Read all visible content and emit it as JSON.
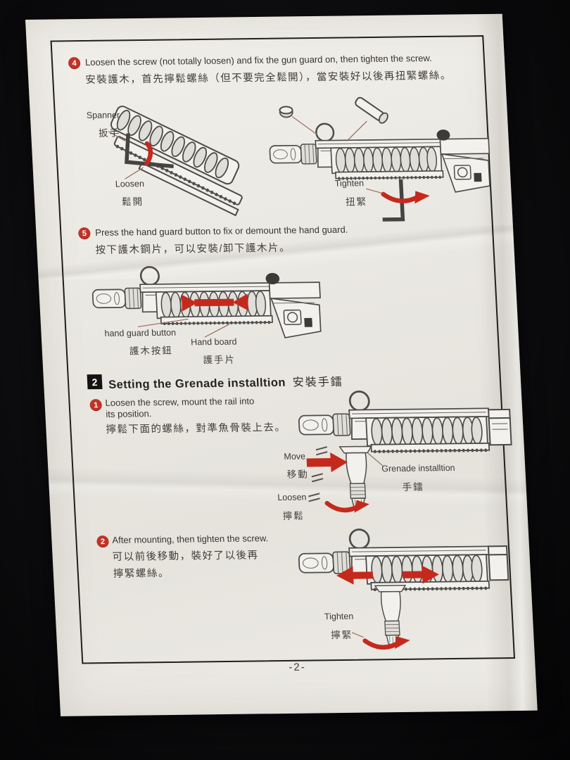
{
  "page_number": "-2-",
  "colors": {
    "background": "#0c0c0e",
    "paper": "#eae8e2",
    "border_ink": "#211f1c",
    "badge_red": "#c23327",
    "arrow_red": "#c5291d",
    "text_ink": "#36332f"
  },
  "icons": {
    "step_badge": "numbered red circle",
    "section_badge": "numbered black square",
    "curved_arrow": "red rotation arrow",
    "right_arrow": "red right arrow",
    "left_arrow": "red left arrow",
    "double_arrow": "red double-headed arrow",
    "spanner": "L-shaped allen wrench"
  },
  "steps": {
    "s4": {
      "num": "4",
      "en": "Loosen the screw (not totally loosen) and fix the gun guard on,  then  tighten  the  screw.",
      "zh": "安裝護木，首先擰鬆螺絲（但不要完全鬆開），當安裝好以後再扭緊螺絲。"
    },
    "s5": {
      "num": "5",
      "en": "Press the hand guard button to fix or demount the hand guard.",
      "zh": "按下護木鋼片，可以安裝/卸下護木片。"
    },
    "g1": {
      "num": "1",
      "en1": "Loosen the screw, mount the rail into",
      "en2": "its position.",
      "zh": "擰鬆下面的螺絲，對準魚骨裝上去。"
    },
    "g2": {
      "num": "2",
      "en": "After mounting, then tighten the screw.",
      "zh1": "可以前後移動，裝好了以後再",
      "zh2": "擰緊螺絲。"
    }
  },
  "section2": {
    "num": "2",
    "title_en": "Setting the Grenade installtion",
    "title_zh": "安裝手鐳"
  },
  "labels": {
    "spanner_en": "Spanner",
    "spanner_zh": "扳手",
    "loosen1_en": "Loosen",
    "loosen1_zh": "鬆開",
    "tighten1_en": "Tighten",
    "tighten1_zh": "扭緊",
    "hgb_en": "hand guard button",
    "hgb_zh": "護木按鈕",
    "handboard_en": "Hand board",
    "handboard_zh": "護手片",
    "move_en": "Move",
    "move_zh": "移動",
    "grenade_en": "Grenade  installtion",
    "grenade_zh": "手鐳",
    "loosen2_en": "Loosen",
    "loosen2_zh": "擰鬆",
    "tighten2_en": "Tighten",
    "tighten2_zh": "擰緊"
  }
}
